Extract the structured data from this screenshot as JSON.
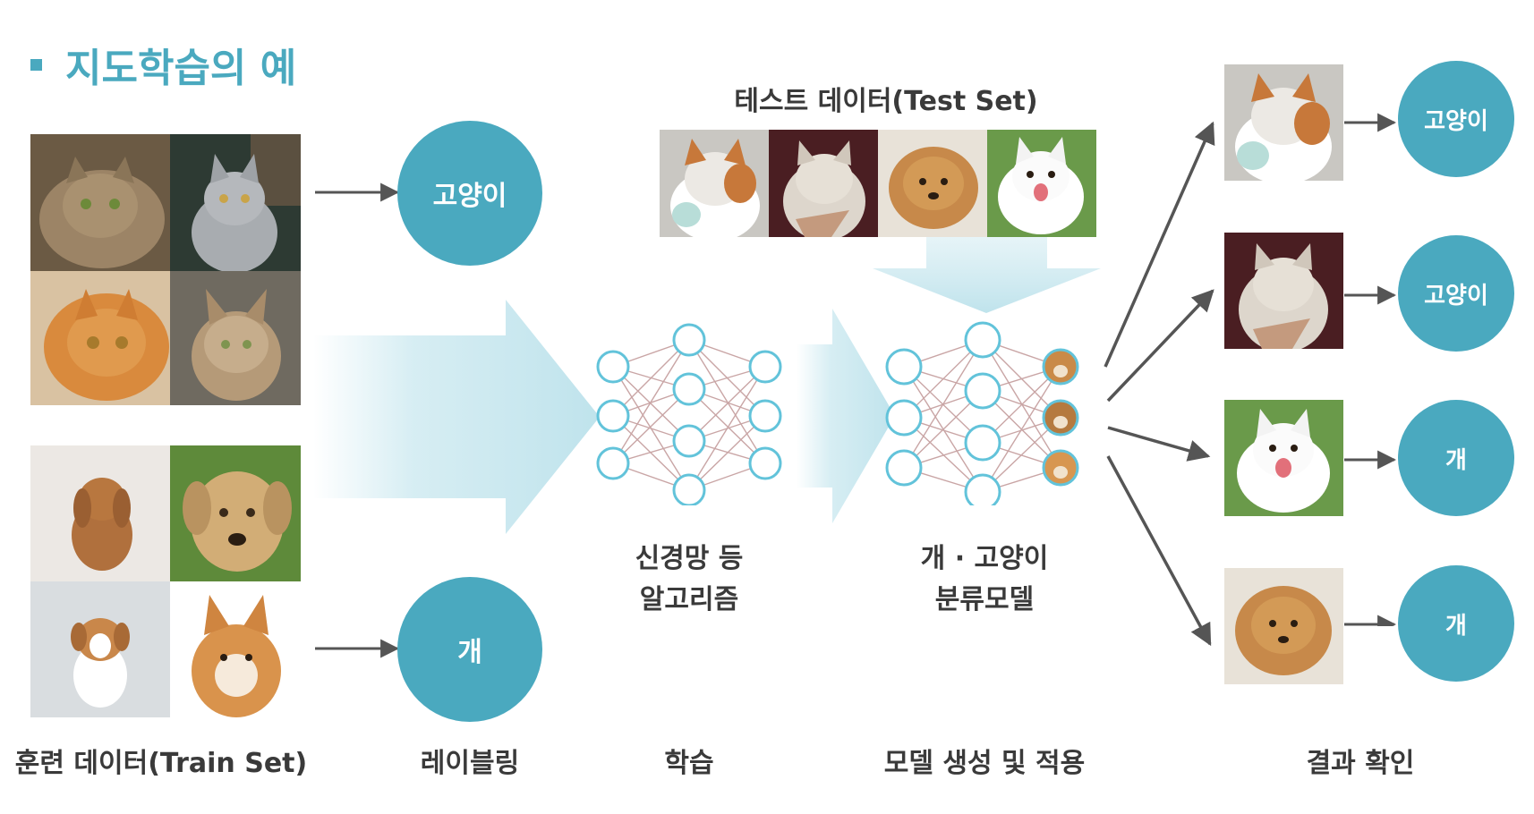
{
  "title": "지도학습의 예",
  "test_label": "테스트 데이터(Test Set)",
  "labels": {
    "cat": "고양이",
    "dog": "개"
  },
  "algorithm_caption": [
    "신경망 등",
    "알고리즘"
  ],
  "model_caption": [
    "개 · 고양이",
    "분류모델"
  ],
  "stages": {
    "train": "훈련 데이터(Train Set)",
    "labeling": "레이블링",
    "learning": "학습",
    "model": "모델 생성 및 적용",
    "result": "결과 확인"
  },
  "results": [
    "고양이",
    "고양이",
    "개",
    "개"
  ],
  "colors": {
    "accent": "#4aa9bf",
    "big_arrow": "#c5e6ee",
    "arrow": "#555555",
    "node_stroke": "#62c3da",
    "edge": "#c9a5a5"
  }
}
